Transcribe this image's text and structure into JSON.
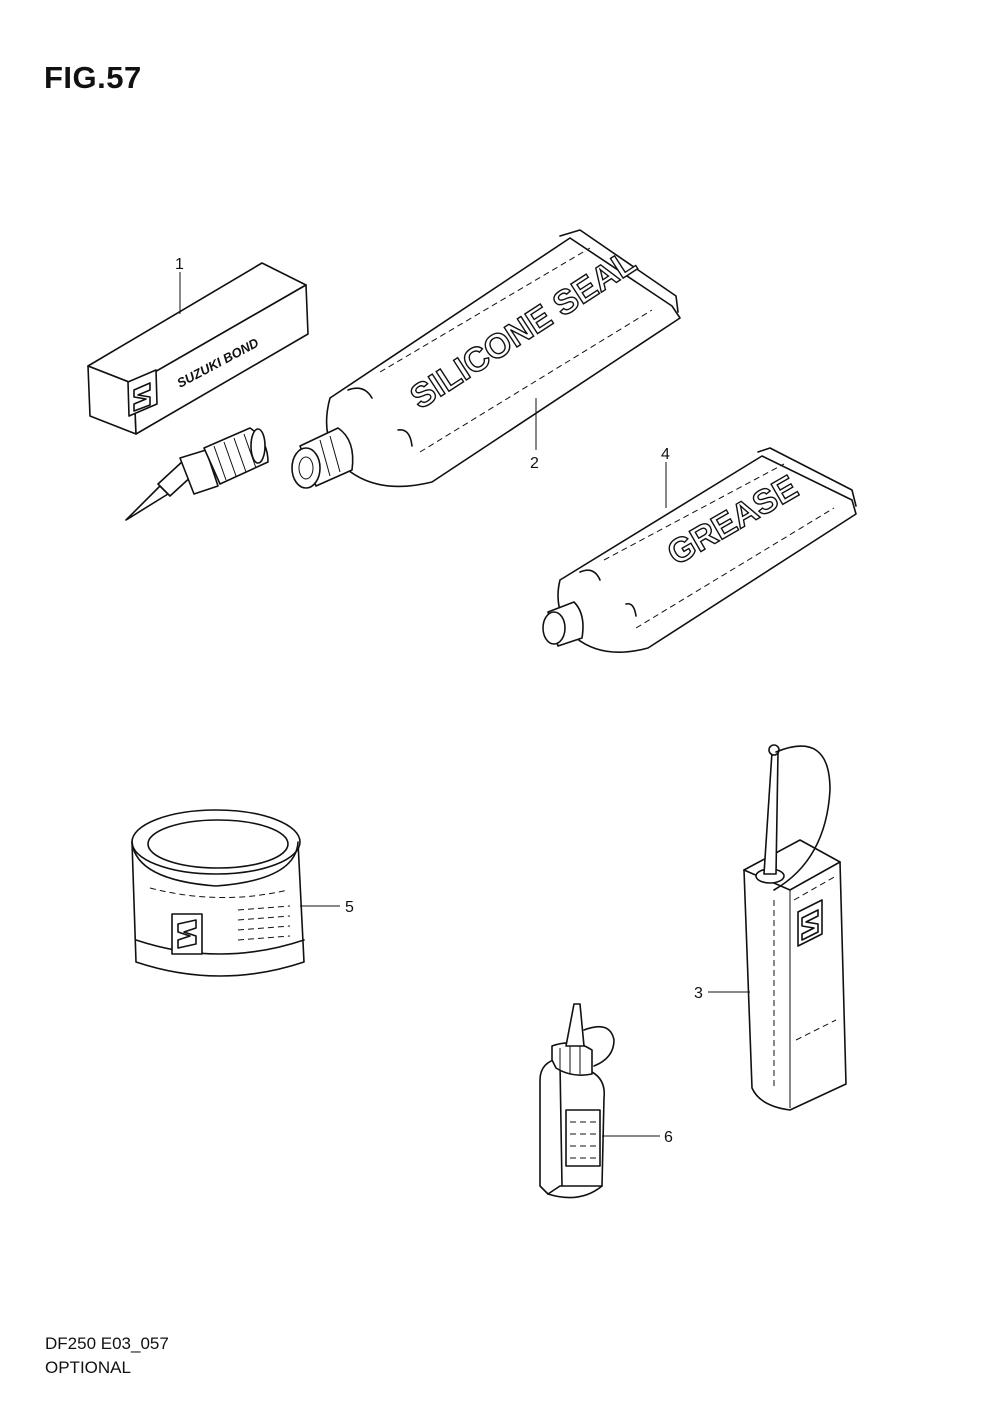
{
  "figure": {
    "title": "FIG.57"
  },
  "footer": {
    "model_code": "DF250 E03_057",
    "section": "OPTIONAL"
  },
  "parts": [
    {
      "ref": "1",
      "label": "SUZUKI BOND"
    },
    {
      "ref": "2",
      "label": "SILICONE SEAL"
    },
    {
      "ref": "3",
      "label": ""
    },
    {
      "ref": "4",
      "label": "GREASE"
    },
    {
      "ref": "5",
      "label": ""
    },
    {
      "ref": "6",
      "label": ""
    }
  ]
}
